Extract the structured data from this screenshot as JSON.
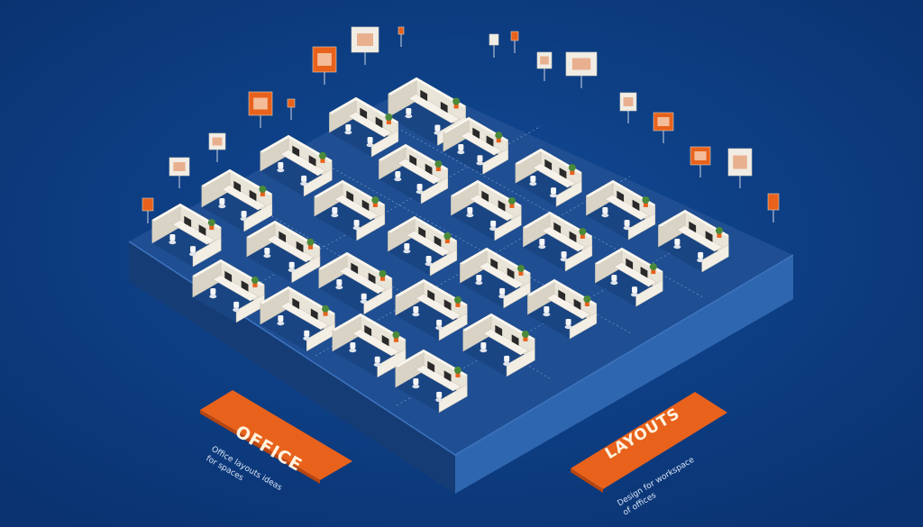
{
  "colors": {
    "background": "#0c3a7c",
    "platform_top": "#1f4f93",
    "platform_left": "#173f7a",
    "platform_right": "#2e64ad",
    "accent_orange": "#e8621c",
    "furniture": "#f3efe6",
    "desk_dark": "#2a2a2a",
    "plant": "#4b8a3a"
  },
  "banners": {
    "left": {
      "title": "OFFICE",
      "caption_lines": [
        "Office layouts ideas",
        "for spaces"
      ]
    },
    "right": {
      "title": "LAYOUTS",
      "caption_lines": [
        "Design for workspace",
        "of offices"
      ]
    }
  }
}
